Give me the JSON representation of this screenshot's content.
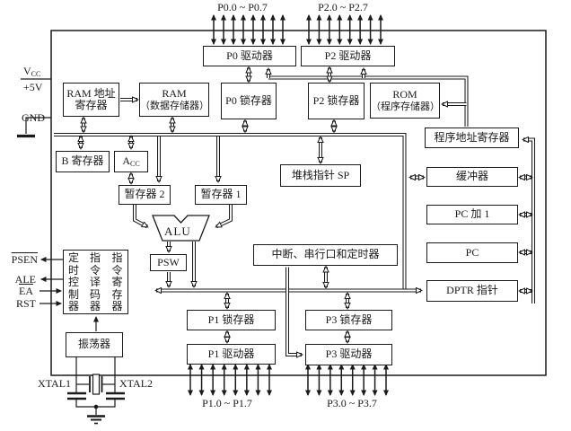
{
  "diagram_title": "8051 microcontroller internal architecture block diagram",
  "colors": {
    "ink": "#1a1a1a",
    "background": "#ffffff"
  },
  "ports": {
    "p0_range": "P0.0 ~ P0.7",
    "p2_range": "P2.0 ~ P2.7",
    "p1_range": "P1.0 ~ P1.7",
    "p3_range": "P3.0 ~ P3.7"
  },
  "blocks": {
    "p0_driver": "P0 驱动器",
    "p2_driver": "P2 驱动器",
    "ram_addr_l1": "RAM 地址",
    "ram_addr_l2": "寄存器",
    "ram_l1": "RAM",
    "ram_l2": "（数据存储器）",
    "p0_latch": "P0 锁存器",
    "p2_latch": "P2 锁存器",
    "rom_l1": "ROM",
    "rom_l2": "（程序存储器）",
    "prog_addr_reg": "程序地址寄存器",
    "b_reg": "B 寄存器",
    "acc_main": "A",
    "acc_sub": "CC",
    "temp2": "暂存器 2",
    "temp1": "暂存器 1",
    "sp": "堆栈指针 SP",
    "buffer": "缓冲器",
    "pc_inc": "PC 加 1",
    "pc": "PC",
    "dptr": "DPTR 指针",
    "interrupt": "中断、串行口和定时器",
    "psw": "PSW",
    "alu": "ALU",
    "timing_ctrl": "定时控制器",
    "instr_decoder": "指令译码器",
    "instr_reg": "指令寄存器",
    "oscillator": "振荡器",
    "p1_latch": "P1 锁存器",
    "p3_latch": "P3 锁存器",
    "p1_driver": "P1 驱动器",
    "p3_driver": "P3 驱动器"
  },
  "pins": {
    "vcc_main": "V",
    "vcc_sub": "CC",
    "vcc_value": "+5V",
    "gnd": "GND",
    "psen": "PSEN",
    "ale": "ALE",
    "ea": "EA",
    "rst": "RST",
    "xtal1": "XTAL1",
    "xtal2": "XTAL2"
  }
}
